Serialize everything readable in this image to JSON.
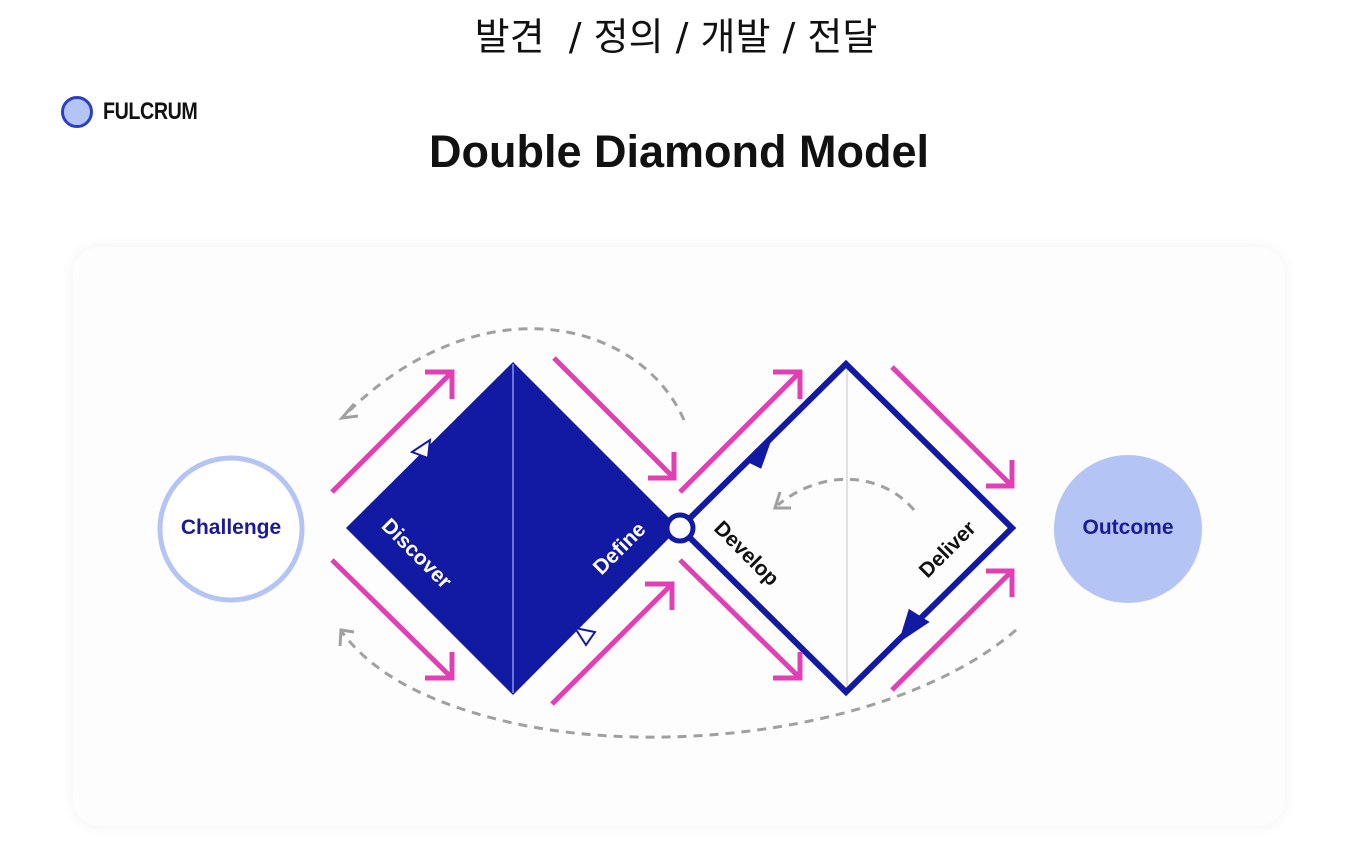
{
  "header": {
    "korean_title": "발견  / 정의 / 개발 / 전달",
    "logo_text": "FULCRUM",
    "main_title": "Double Diamond Model"
  },
  "diagram": {
    "start_node": "Challenge",
    "end_node": "Outcome",
    "phases": [
      {
        "label": "Discover",
        "diamond": 1,
        "side": "left"
      },
      {
        "label": "Define",
        "diamond": 1,
        "side": "right"
      },
      {
        "label": "Develop",
        "diamond": 2,
        "side": "left"
      },
      {
        "label": "Deliver",
        "diamond": 2,
        "side": "right"
      }
    ],
    "colors": {
      "diamond_blue": "#1219a3",
      "arrow_magenta": "#e040b4",
      "challenge_ring": "#b4c4f5",
      "outcome_fill": "#b4c4f5",
      "node_text": "#1a1a9a",
      "dashed_gray": "#a0a0a0"
    }
  }
}
